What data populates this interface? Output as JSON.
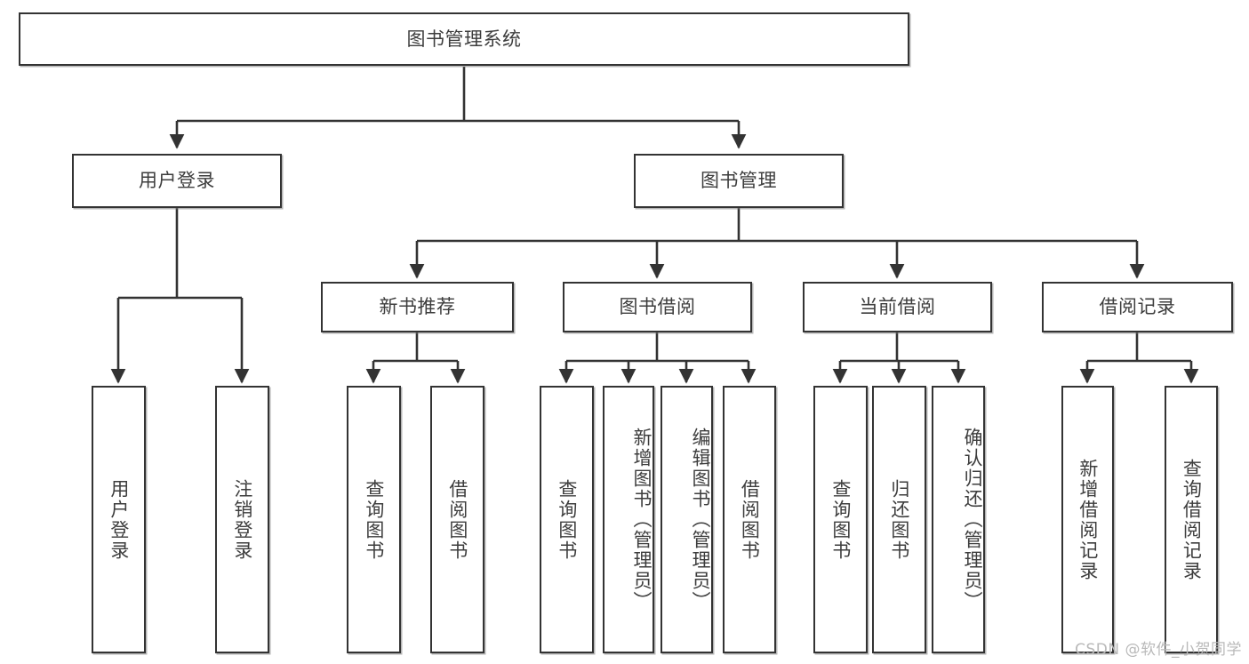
{
  "diagram": {
    "type": "tree-flowchart",
    "title": "图书管理系统",
    "colors": {
      "box_border": "#333333",
      "box_fill": "#ffffff",
      "text": "#3d3d3d",
      "connector": "#333333",
      "watermark": "#b9b9b9"
    },
    "nodes": {
      "root": {
        "label": "图书管理系统"
      },
      "level2": [
        {
          "label": "用户登录"
        },
        {
          "label": "图书管理"
        }
      ],
      "level3": [
        {
          "label": "新书推荐"
        },
        {
          "label": "图书借阅"
        },
        {
          "label": "当前借阅"
        },
        {
          "label": "借阅记录"
        }
      ],
      "leaves": [
        {
          "label": "用户登录",
          "parent": "用户登录"
        },
        {
          "label": "注销登录",
          "parent": "用户登录"
        },
        {
          "label": "查询图书",
          "parent": "新书推荐"
        },
        {
          "label": "借阅图书",
          "parent": "新书推荐"
        },
        {
          "label": "查询图书",
          "parent": "图书借阅"
        },
        {
          "label": "新增图书（管理员）",
          "parent": "图书借阅"
        },
        {
          "label": "编辑图书（管理员）",
          "parent": "图书借阅"
        },
        {
          "label": "借阅图书",
          "parent": "图书借阅"
        },
        {
          "label": "查询图书",
          "parent": "当前借阅"
        },
        {
          "label": "归还图书",
          "parent": "当前借阅"
        },
        {
          "label": "确认归还（管理员）",
          "parent": "当前借阅"
        },
        {
          "label": "新增借阅记录",
          "parent": "借阅记录"
        },
        {
          "label": "查询借阅记录",
          "parent": "借阅记录"
        }
      ]
    },
    "watermark": "CSDN @软件_小贺同学"
  }
}
